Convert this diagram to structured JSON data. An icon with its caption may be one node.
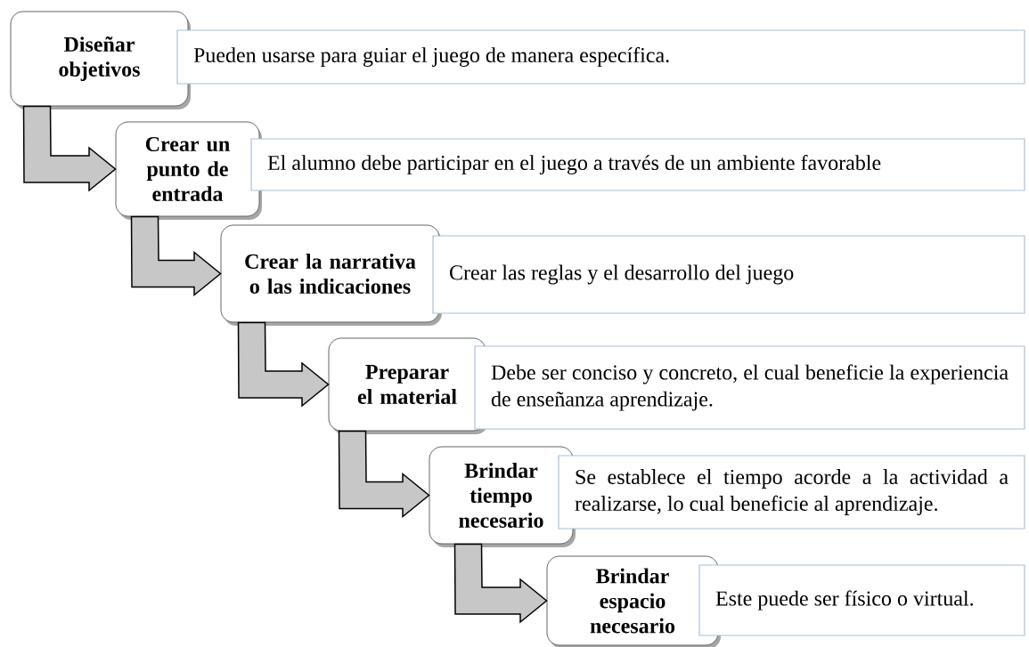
{
  "diagram": {
    "nodes": [
      {
        "text": [
          "Diseñar objetivos"
        ]
      },
      {
        "text": [
          "Pueden usarse para guiar el juego de manera específica."
        ]
      },
      {
        "text": [
          "Crear un punto de entrada"
        ]
      },
      {
        "text": [
          "El alumno debe participar en el juego a través de un ambiente favorable"
        ]
      },
      {
        "text": [
          "Crear la narrativa o las indicaciones"
        ]
      },
      {
        "text": [
          "Crear las reglas y el desarrollo del juego"
        ]
      },
      {
        "text": [
          "Preparar el material"
        ]
      },
      {
        "text": [
          "Debe ser conciso y concreto, el cual beneficie la experiencia de enseñanza aprendizaje."
        ]
      },
      {
        "text": [
          "Brindar tiempo necesario"
        ]
      },
      {
        "text": [
          "Se establece el tiempo acorde a la actividad a realizarse, lo cual beneficie al aprendizaje."
        ]
      },
      {
        "text": [
          "Brindar espacio necesario"
        ]
      },
      {
        "text": [
          "Este puede ser físico o virtual."
        ]
      }
    ],
    "edges": [
      {
        "from": 0,
        "to": 2,
        "arrow": "to"
      },
      {
        "from": 2,
        "to": 4,
        "arrow": "to"
      },
      {
        "from": 4,
        "to": 6,
        "arrow": "to"
      },
      {
        "from": 6,
        "to": 8,
        "arrow": "to"
      },
      {
        "from": 8,
        "to": 10,
        "arrow": "to"
      }
    ]
  }
}
